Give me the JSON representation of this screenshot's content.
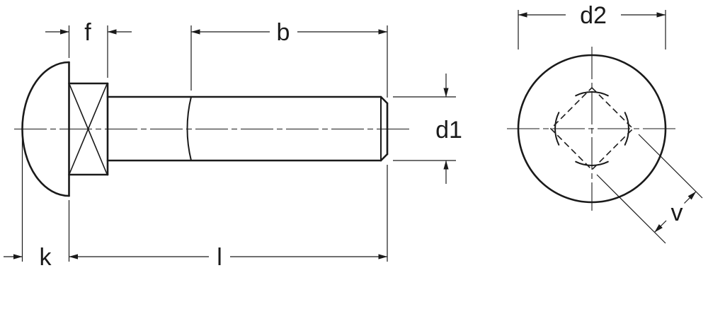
{
  "labels": {
    "f": "f",
    "b": "b",
    "d1": "d1",
    "k": "k",
    "l": "l",
    "d2": "d2",
    "v": "v"
  },
  "colors": {
    "line": "#1a1a1a",
    "background": "#ffffff"
  }
}
